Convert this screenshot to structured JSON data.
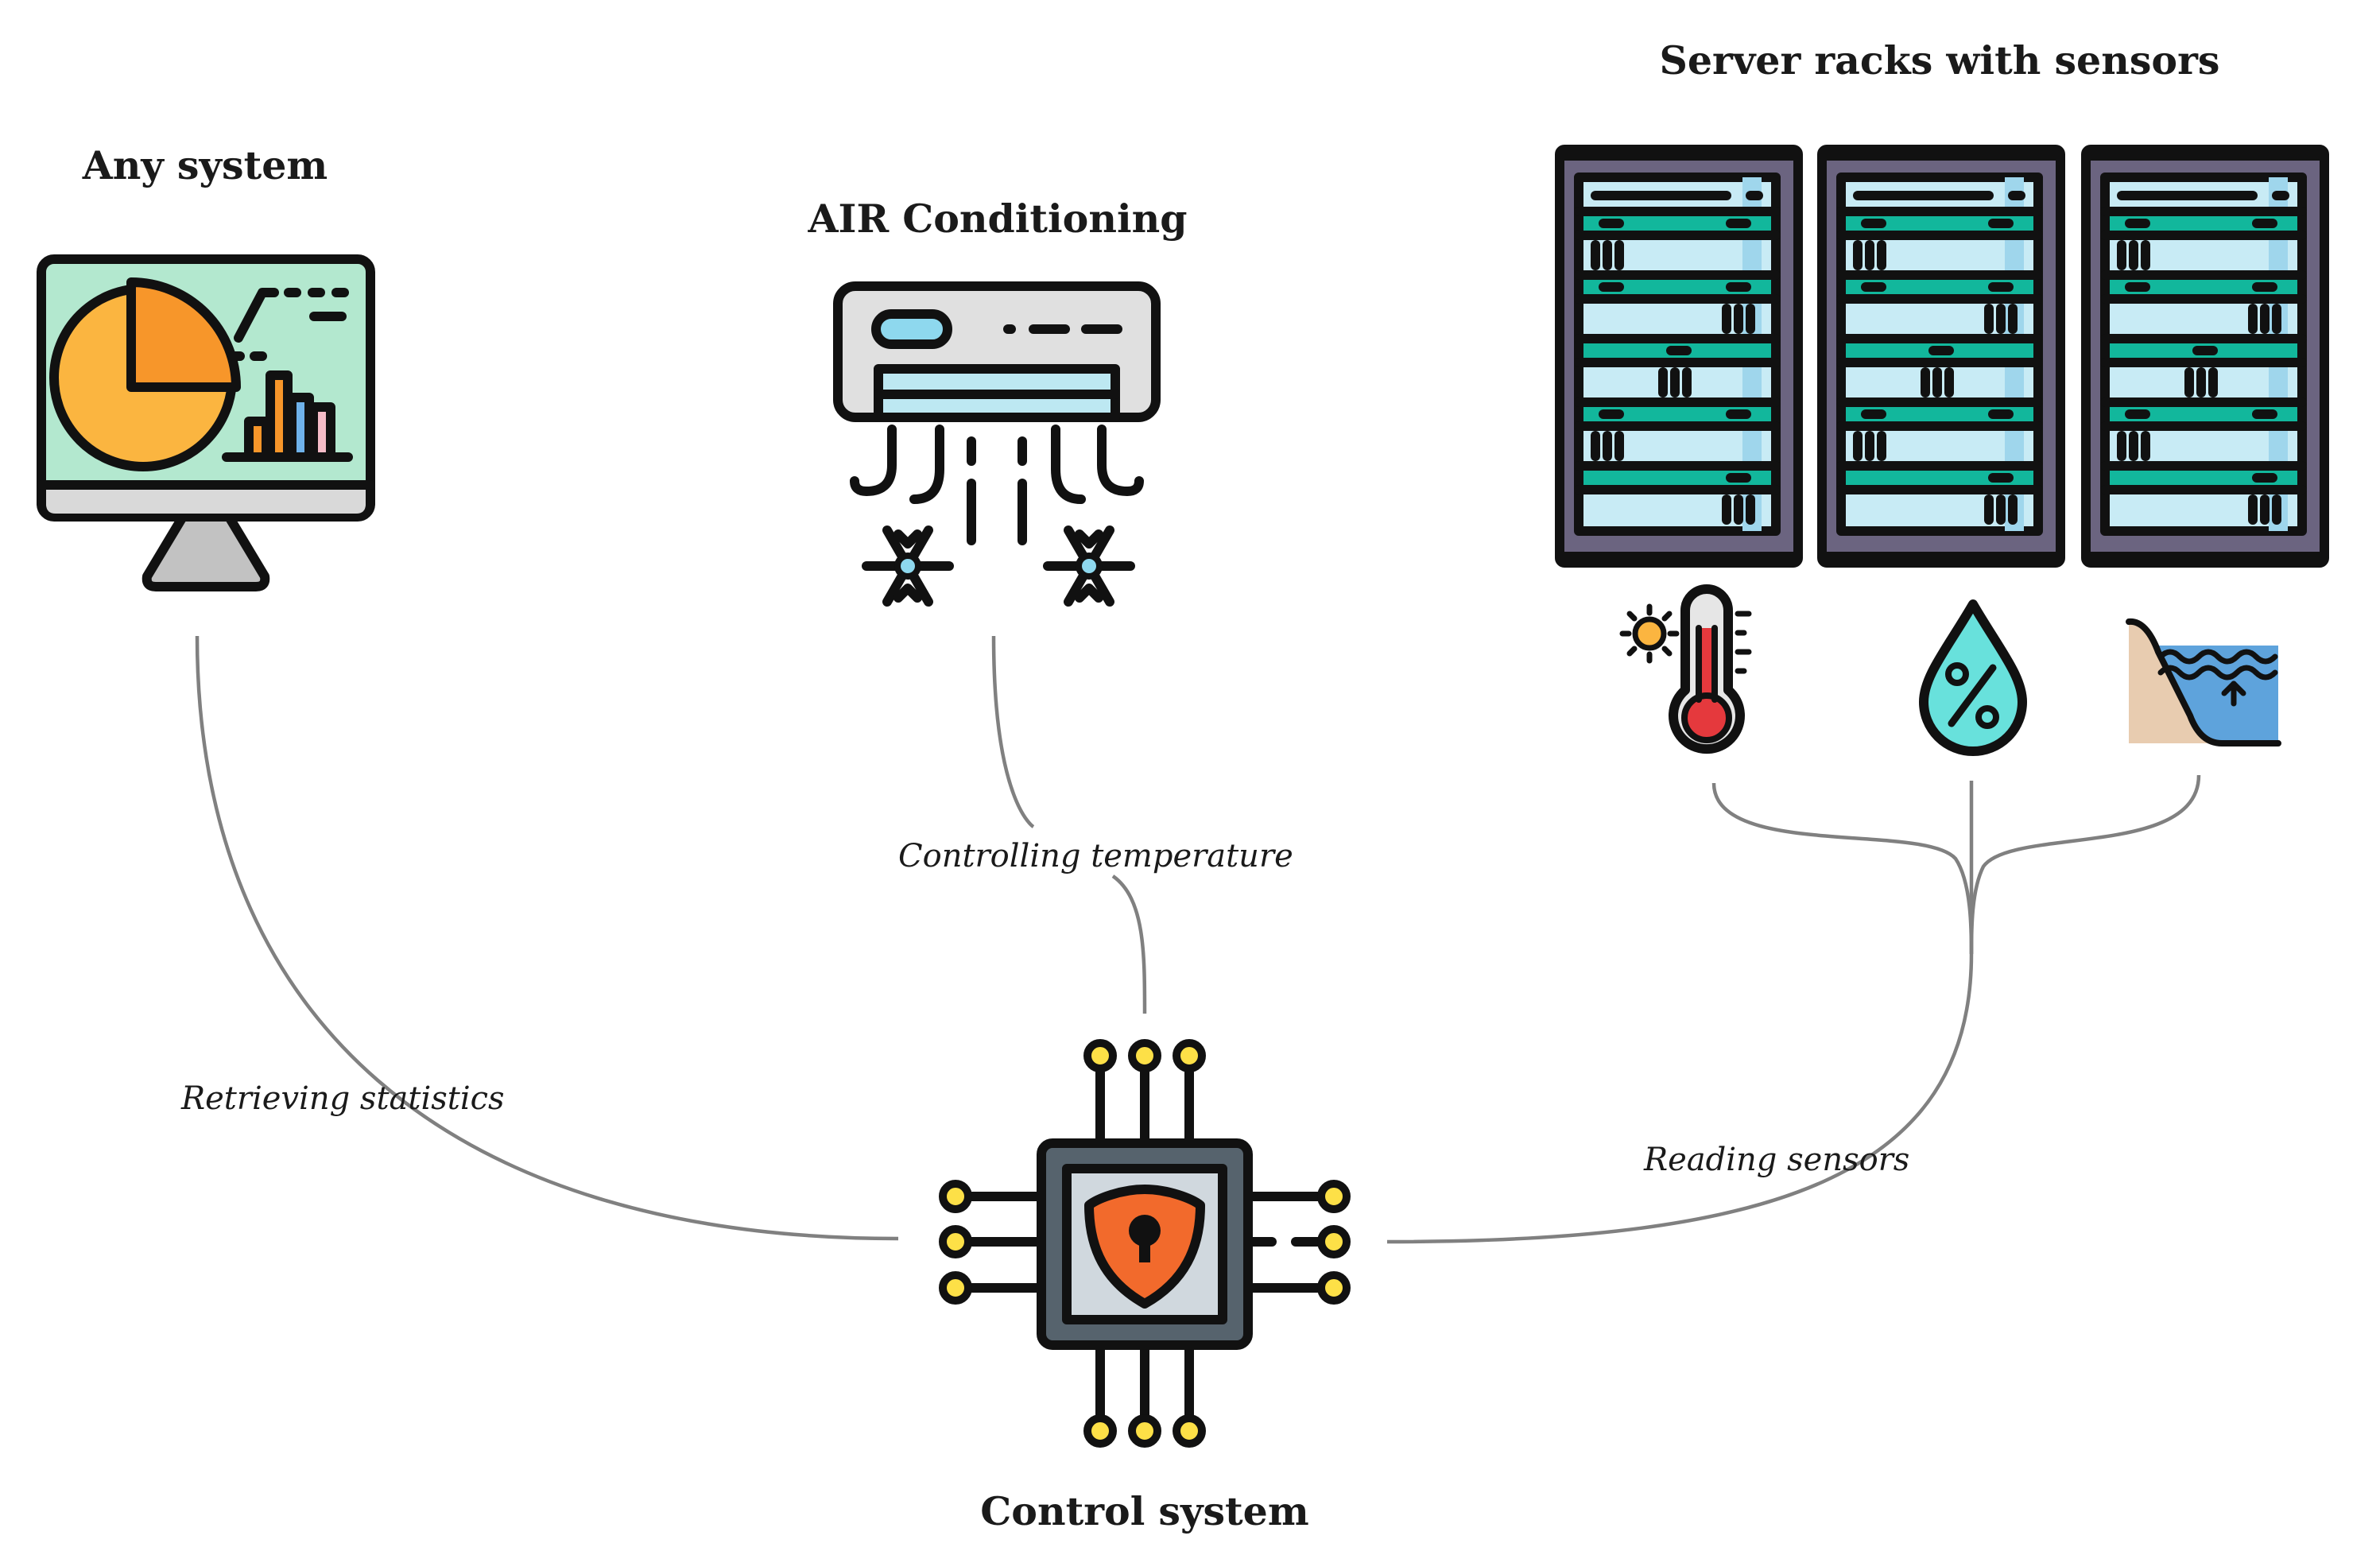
{
  "diagram": {
    "nodes": {
      "any_system": {
        "title": "Any system",
        "icon": "monitor-chart-icon"
      },
      "air_conditioning": {
        "title": "AIR Conditioning",
        "icon": "air-conditioner-icon"
      },
      "server_racks": {
        "title": "Server racks with sensors",
        "icon": "server-rack-icon"
      },
      "control_system": {
        "title": "Control system",
        "icon": "secure-chip-icon"
      }
    },
    "sensors": [
      {
        "icon": "thermometer-icon"
      },
      {
        "icon": "humidity-drop-icon"
      },
      {
        "icon": "water-level-icon"
      }
    ],
    "edges": [
      {
        "from": "any_system",
        "to": "control_system",
        "label": "Retrieving statistics"
      },
      {
        "from": "air_conditioning",
        "to": "control_system",
        "label": "Controlling temperature"
      },
      {
        "from": "server_racks",
        "to": "control_system",
        "label": "Reading sensors"
      }
    ],
    "colors": {
      "edge": "#808080",
      "outline": "#111111",
      "monitor_screen": "#b3e8cf",
      "pie_main": "#fbb540",
      "pie_slice": "#f7962a",
      "rack_body": "#6b6480",
      "rack_green": "#12b79c",
      "rack_light": "#c8ebf5",
      "chip_body": "#56636d",
      "chip_shield": "#f26a2c",
      "chip_pin": "#fde047",
      "thermo_red": "#e5393d",
      "drop": "#68e1dc",
      "water": "#5ea3dc",
      "sand": "#e8ccb0"
    }
  }
}
